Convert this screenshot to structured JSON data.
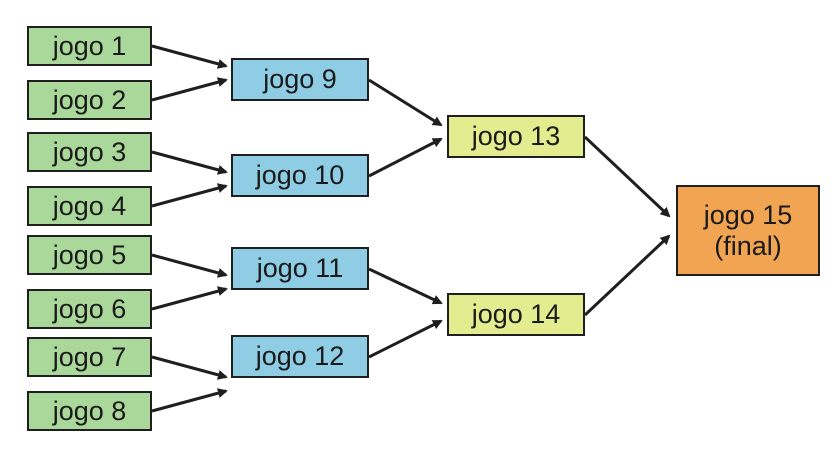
{
  "colors": {
    "round1": "#a9d89a",
    "round2": "#8fcde4",
    "round3": "#e3ec8e",
    "final": "#f1a552",
    "stroke": "#1f1f1f"
  },
  "round1": [
    "jogo 1",
    "jogo 2",
    "jogo 3",
    "jogo 4",
    "jogo 5",
    "jogo 6",
    "jogo 7",
    "jogo 8"
  ],
  "round2": [
    "jogo 9",
    "jogo 10",
    "jogo 11",
    "jogo 12"
  ],
  "round3": [
    "jogo 13",
    "jogo 14"
  ],
  "final": {
    "line1": "jogo 15",
    "line2": "(final)"
  }
}
